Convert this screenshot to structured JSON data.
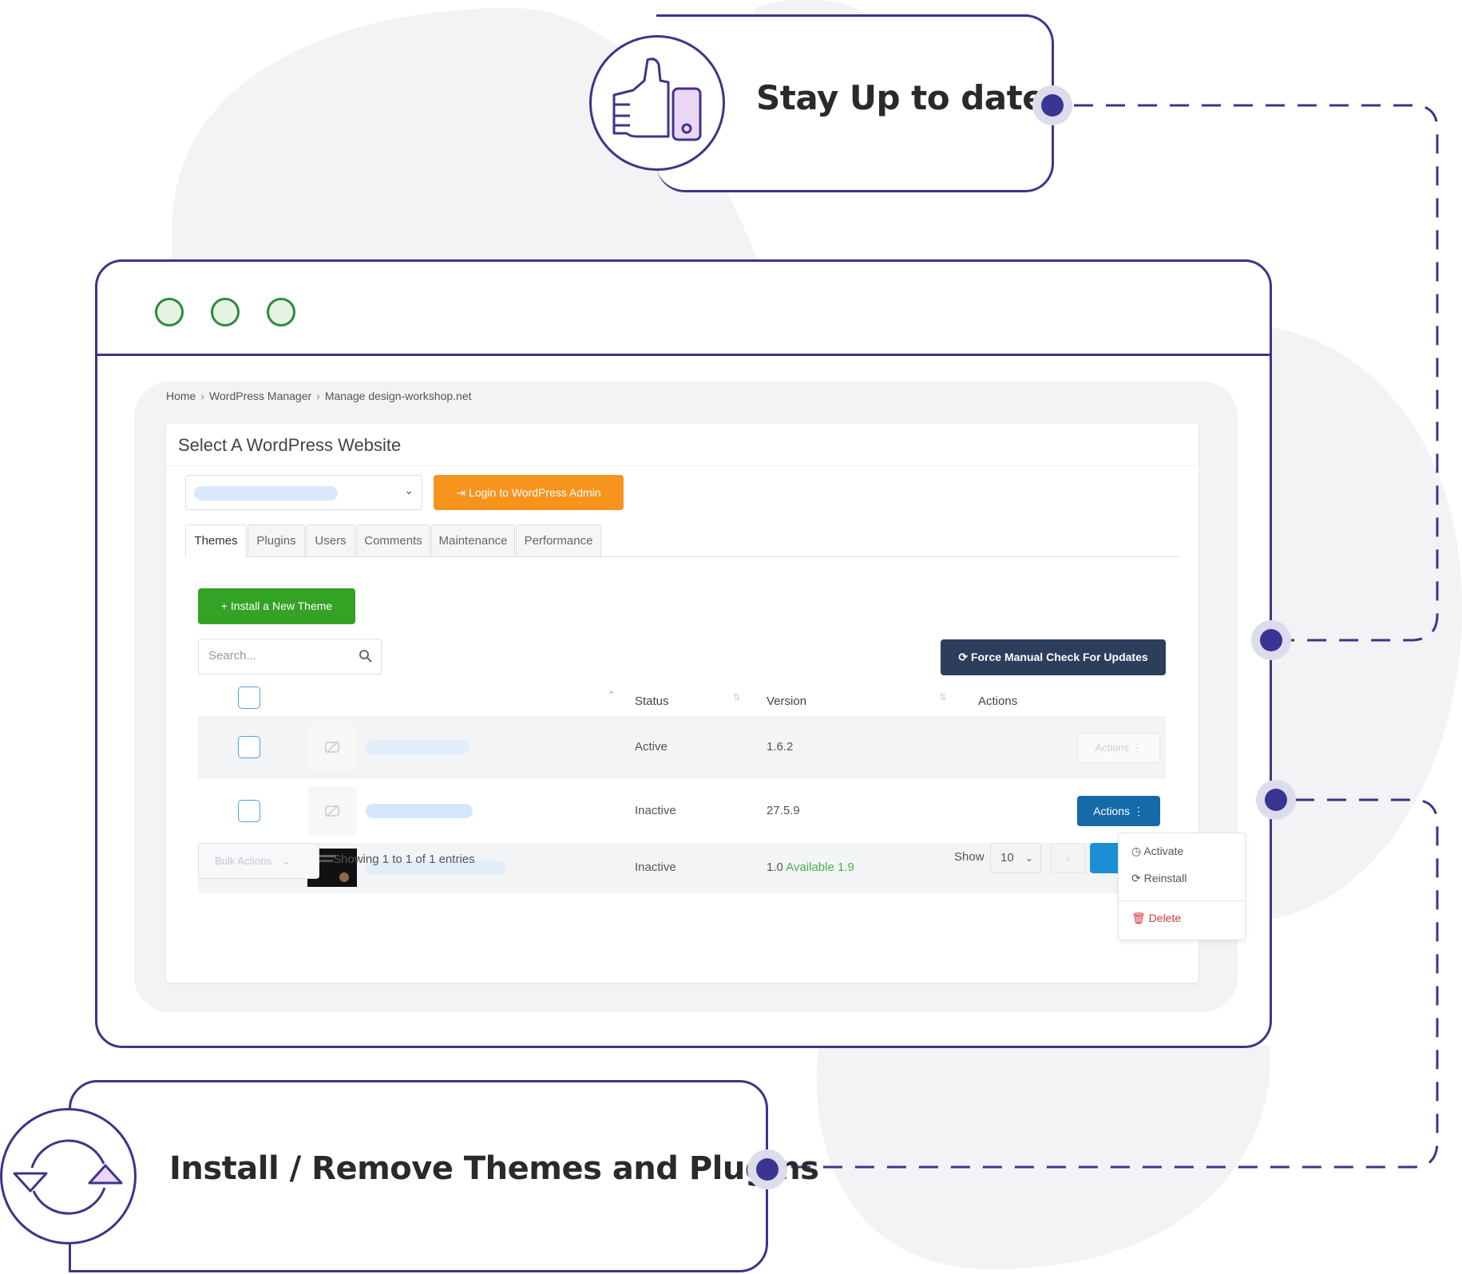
{
  "callouts": {
    "top": {
      "title": "Stay Up to date",
      "icon": "thumbs-up-icon"
    },
    "bottom": {
      "title": "Install / Remove Themes and Plugins",
      "icon": "sync-icon"
    }
  },
  "window": {
    "controls": [
      "window-dot",
      "window-dot",
      "window-dot"
    ]
  },
  "breadcrumb": {
    "items": [
      "Home",
      "WordPress Manager",
      "Manage design-workshop.net"
    ],
    "separator": "›"
  },
  "card": {
    "title": "Select A WordPress Website",
    "login_button": "Login to WordPress Admin",
    "tabs": [
      "Themes",
      "Plugins",
      "Users",
      "Comments",
      "Maintenance",
      "Performance"
    ],
    "active_tab": "Themes",
    "install_button": "+ Install a New Theme",
    "search_placeholder": "Search...",
    "force_check_button": "Force Manual Check For Updates",
    "table": {
      "headers": {
        "status": "Status",
        "version": "Version",
        "actions": "Actions"
      },
      "rows": [
        {
          "status": "Active",
          "version": "1.6.2",
          "action_label": "Actions"
        },
        {
          "status": "Inactive",
          "version": "27.5.9",
          "action_label": "Actions"
        },
        {
          "status": "Inactive",
          "version": "1.0",
          "update": "Available 1.9"
        }
      ]
    },
    "dropdown": {
      "items": [
        "Activate",
        "Reinstall",
        "Delete"
      ]
    },
    "bulk_actions": "Bulk Actions",
    "showing": "Showing 1 to 1 of 1 entries",
    "show_label": "Show",
    "page_size": "10"
  },
  "colors": {
    "outline": "#3d3589",
    "dot": "#3a3593",
    "orange": "#f7941d",
    "green": "#34a224",
    "navy": "#2d3e5c",
    "blue": "#156aa8",
    "danger": "#d23a3a",
    "update_green": "#4caf50"
  }
}
